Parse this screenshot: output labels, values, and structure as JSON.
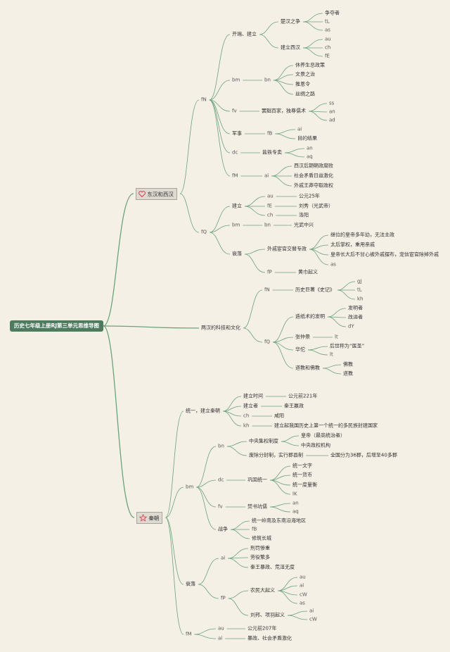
{
  "root": "历史七年级上册RJ第三单元思维导图",
  "icons": {
    "heart": "heart-icon",
    "star": "star-icon"
  },
  "colors": {
    "line": "#6aa27c",
    "root": "#4e7a5e",
    "bg": "#f5f0e6"
  },
  "nodes": [
    {
      "id": "hd",
      "label": "东汉和西汉",
      "parent": "root",
      "box": true,
      "icon": "heart"
    },
    {
      "id": "hd_fn",
      "label": "fN",
      "parent": "hd"
    },
    {
      "id": "hd_fn_kd",
      "label": "开端、建立",
      "parent": "hd_fn"
    },
    {
      "id": "hd_fn_kd_cz",
      "label": "楚汉之争",
      "parent": "hd_fn_kd"
    },
    {
      "id": "a1",
      "label": "争夺者",
      "parent": "hd_fn_kd_cz"
    },
    {
      "id": "a2",
      "label": "tL",
      "parent": "hd_fn_kd_cz"
    },
    {
      "id": "a3",
      "label": "as",
      "parent": "hd_fn_kd_cz"
    },
    {
      "id": "hd_fn_kd_jl",
      "label": "建立西汉",
      "parent": "hd_fn_kd"
    },
    {
      "id": "a4",
      "label": "au",
      "parent": "hd_fn_kd_jl"
    },
    {
      "id": "a5",
      "label": "ch",
      "parent": "hd_fn_kd_jl"
    },
    {
      "id": "a6",
      "label": "fE",
      "parent": "hd_fn_kd_jl"
    },
    {
      "id": "hd_fn_bm",
      "label": "bm",
      "parent": "hd_fn"
    },
    {
      "id": "hd_fn_bm_bn",
      "label": "bn",
      "parent": "hd_fn_bm"
    },
    {
      "id": "b1",
      "label": "休养生息政策",
      "parent": "hd_fn_bm_bn"
    },
    {
      "id": "b2",
      "label": "文景之治",
      "parent": "hd_fn_bm_bn"
    },
    {
      "id": "b3",
      "label": "推恩令",
      "parent": "hd_fn_bm_bn"
    },
    {
      "id": "b4",
      "label": "丝绸之路",
      "parent": "hd_fn_bm_bn"
    },
    {
      "id": "hd_fn_fv",
      "label": "fv",
      "parent": "hd_fn"
    },
    {
      "id": "hd_fn_fv_x",
      "label": "罢黜百家，独尊儒术",
      "parent": "hd_fn_fv"
    },
    {
      "id": "c1",
      "label": "ss",
      "parent": "hd_fn_fv_x"
    },
    {
      "id": "c2",
      "label": "an",
      "parent": "hd_fn_fv_x"
    },
    {
      "id": "c3",
      "label": "ad",
      "parent": "hd_fn_fv_x"
    },
    {
      "id": "hd_fn_js",
      "label": "军事",
      "parent": "hd_fn"
    },
    {
      "id": "hd_fn_js_fb",
      "label": "fB",
      "parent": "hd_fn_js"
    },
    {
      "id": "d1",
      "label": "ai",
      "parent": "hd_fn_js_fb"
    },
    {
      "id": "d2",
      "label": "目的结果",
      "parent": "hd_fn_js_fb"
    },
    {
      "id": "hd_fn_dc",
      "label": "dc",
      "parent": "hd_fn"
    },
    {
      "id": "hd_fn_dc_x",
      "label": "盐铁专卖",
      "parent": "hd_fn_dc"
    },
    {
      "id": "e1",
      "label": "an",
      "parent": "hd_fn_dc_x"
    },
    {
      "id": "e2",
      "label": "aq",
      "parent": "hd_fn_dc_x"
    },
    {
      "id": "hd_fn_fm",
      "label": "fM",
      "parent": "hd_fn"
    },
    {
      "id": "hd_fn_fm_ai",
      "label": "ai",
      "parent": "hd_fn_fm"
    },
    {
      "id": "f1",
      "label": "西汉后期朝政腐败",
      "parent": "hd_fn_fm_ai"
    },
    {
      "id": "f2",
      "label": "社会矛盾日益激化",
      "parent": "hd_fn_fm_ai"
    },
    {
      "id": "f3",
      "label": "外戚王莽夺取政权",
      "parent": "hd_fn_fm_ai"
    },
    {
      "id": "hd_fq",
      "label": "fQ",
      "parent": "hd"
    },
    {
      "id": "hd_fq_jl",
      "label": "建立",
      "parent": "hd_fq"
    },
    {
      "id": "g1",
      "label": "au",
      "parent": "hd_fq_jl"
    },
    {
      "id": "g1v",
      "label": "公元25年",
      "parent": "g1"
    },
    {
      "id": "g2",
      "label": "fE",
      "parent": "hd_fq_jl"
    },
    {
      "id": "g2v",
      "label": "刘秀（光武帝）",
      "parent": "g2"
    },
    {
      "id": "g3",
      "label": "ch",
      "parent": "hd_fq_jl"
    },
    {
      "id": "g3v",
      "label": "洛阳",
      "parent": "g3"
    },
    {
      "id": "hd_fq_bm",
      "label": "bm",
      "parent": "hd_fq"
    },
    {
      "id": "hd_fq_bm_bn",
      "label": "bn",
      "parent": "hd_fq_bm"
    },
    {
      "id": "h1",
      "label": "光武中兴",
      "parent": "hd_fq_bm_bn"
    },
    {
      "id": "hd_fq_sl",
      "label": "衰落",
      "parent": "hd_fq"
    },
    {
      "id": "hd_fq_sl_wq",
      "label": "外戚宦官交替专政",
      "parent": "hd_fq_sl"
    },
    {
      "id": "i1",
      "label": "继位的皇帝多年幼，无法主政",
      "parent": "hd_fq_sl_wq"
    },
    {
      "id": "i2",
      "label": "太后掌权，重用亲戚",
      "parent": "hd_fq_sl_wq"
    },
    {
      "id": "i3",
      "label": "皇帝长大后不甘心被外戚摆布，宠信宦官除掉外戚",
      "parent": "hd_fq_sl_wq"
    },
    {
      "id": "i4",
      "label": "as",
      "parent": "hd_fq_sl_wq"
    },
    {
      "id": "hd_fq_sl_fp",
      "label": "fP",
      "parent": "hd_fq_sl"
    },
    {
      "id": "j1",
      "label": "黄巾起义",
      "parent": "hd_fq_sl_fp"
    },
    {
      "id": "kj",
      "label": "两汉的科技和文化",
      "parent": "root"
    },
    {
      "id": "kj_fn",
      "label": "fN",
      "parent": "kj"
    },
    {
      "id": "kj_fn_sj",
      "label": "历史巨著《史记》",
      "parent": "kj_fn"
    },
    {
      "id": "k1",
      "label": "gJ",
      "parent": "kj_fn_sj"
    },
    {
      "id": "k2",
      "label": "tL",
      "parent": "kj_fn_sj"
    },
    {
      "id": "k3",
      "label": "kh",
      "parent": "kj_fn_sj"
    },
    {
      "id": "kj_fq",
      "label": "fQ",
      "parent": "kj"
    },
    {
      "id": "kj_fq_zz",
      "label": "造纸术的发明",
      "parent": "kj_fq"
    },
    {
      "id": "l1",
      "label": "发明者",
      "parent": "kj_fq_zz"
    },
    {
      "id": "l2",
      "label": "改进者",
      "parent": "kj_fq_zz"
    },
    {
      "id": "l3",
      "label": "dY",
      "parent": "kj_fq_zz"
    },
    {
      "id": "kj_fq_zzj",
      "label": "张仲景",
      "parent": "kj_fq"
    },
    {
      "id": "m1",
      "label": "lt",
      "parent": "kj_fq_zzj"
    },
    {
      "id": "kj_fq_ht",
      "label": "华佗",
      "parent": "kj_fq"
    },
    {
      "id": "n1",
      "label": "后世称为“医圣”",
      "parent": "kj_fq_ht"
    },
    {
      "id": "n2",
      "label": "lt",
      "parent": "kj_fq_ht"
    },
    {
      "id": "kj_fq_dj",
      "label": "道教和佛教",
      "parent": "kj_fq"
    },
    {
      "id": "o1",
      "label": "佛教",
      "parent": "kj_fq_dj"
    },
    {
      "id": "o2",
      "label": "道教",
      "parent": "kj_fq_dj"
    },
    {
      "id": "qc",
      "label": "秦朝",
      "parent": "root",
      "box": true,
      "icon": "star"
    },
    {
      "id": "qc_ty",
      "label": "统一，建立秦朝",
      "parent": "qc"
    },
    {
      "id": "p1",
      "label": "建立时间",
      "parent": "qc_ty"
    },
    {
      "id": "p1v",
      "label": "公元前221年",
      "parent": "p1"
    },
    {
      "id": "p2",
      "label": "建立者",
      "parent": "qc_ty"
    },
    {
      "id": "p2v",
      "label": "秦王嬴政",
      "parent": "p2"
    },
    {
      "id": "p3",
      "label": "ch",
      "parent": "qc_ty"
    },
    {
      "id": "p3v",
      "label": "咸阳",
      "parent": "p3"
    },
    {
      "id": "p4",
      "label": "kh",
      "parent": "qc_ty"
    },
    {
      "id": "p4v",
      "label": "建立起我国历史上第一个统一的多民族封建国家",
      "parent": "p4"
    },
    {
      "id": "qc_bm",
      "label": "bm",
      "parent": "qc"
    },
    {
      "id": "qc_bm_bn",
      "label": "bn",
      "parent": "qc_bm"
    },
    {
      "id": "q1",
      "label": "中央集权制度",
      "parent": "qc_bm_bn"
    },
    {
      "id": "q1a",
      "label": "皇帝（最高统治者）",
      "parent": "q1"
    },
    {
      "id": "q1b",
      "label": "中央政权机构",
      "parent": "q1"
    },
    {
      "id": "q2",
      "label": "废除分封制，实行郡县制",
      "parent": "qc_bm_bn"
    },
    {
      "id": "q2v",
      "label": "全国分为36郡，后增至40多郡",
      "parent": "q2"
    },
    {
      "id": "qc_bm_dc",
      "label": "dc",
      "parent": "qc_bm"
    },
    {
      "id": "r0",
      "label": "巩固统一",
      "parent": "qc_bm_dc"
    },
    {
      "id": "r1",
      "label": "统一文字",
      "parent": "r0"
    },
    {
      "id": "r2",
      "label": "统一货币",
      "parent": "r0"
    },
    {
      "id": "r3",
      "label": "统一度量衡",
      "parent": "r0"
    },
    {
      "id": "r4",
      "label": "lK",
      "parent": "r0"
    },
    {
      "id": "qc_bm_fv",
      "label": "fv",
      "parent": "qc_bm"
    },
    {
      "id": "s0",
      "label": "焚书坑儒",
      "parent": "qc_bm_fv"
    },
    {
      "id": "s1",
      "label": "an",
      "parent": "s0"
    },
    {
      "id": "s2",
      "label": "aq",
      "parent": "s0"
    },
    {
      "id": "qc_bm_zz",
      "label": "战争",
      "parent": "qc_bm"
    },
    {
      "id": "t1",
      "label": "统一岭南及东南沿海地区",
      "parent": "qc_bm_zz"
    },
    {
      "id": "t2",
      "label": "fB",
      "parent": "qc_bm_zz"
    },
    {
      "id": "t3",
      "label": "修筑长城",
      "parent": "qc_bm_zz"
    },
    {
      "id": "qc_sl",
      "label": "衰落",
      "parent": "qc"
    },
    {
      "id": "qc_sl_ai",
      "label": "ai",
      "parent": "qc_sl"
    },
    {
      "id": "u1",
      "label": "刑罚惨重",
      "parent": "qc_sl_ai"
    },
    {
      "id": "u2",
      "label": "劳役繁多",
      "parent": "qc_sl_ai"
    },
    {
      "id": "u3",
      "label": "秦王暴政、荒淫无度",
      "parent": "qc_sl_ai"
    },
    {
      "id": "qc_sl_fp",
      "label": "fP",
      "parent": "qc_sl"
    },
    {
      "id": "v0",
      "label": "农民大起义",
      "parent": "qc_sl_fp"
    },
    {
      "id": "v1",
      "label": "au",
      "parent": "v0"
    },
    {
      "id": "v2",
      "label": "ai",
      "parent": "v0"
    },
    {
      "id": "v3",
      "label": "cW",
      "parent": "v0"
    },
    {
      "id": "v4",
      "label": "as",
      "parent": "v0"
    },
    {
      "id": "w0",
      "label": "刘邦、项羽起义",
      "parent": "qc_sl_fp"
    },
    {
      "id": "w1",
      "label": "ai",
      "parent": "w0"
    },
    {
      "id": "w2",
      "label": "cW",
      "parent": "w0"
    },
    {
      "id": "qc_fm",
      "label": "fM",
      "parent": "qc"
    },
    {
      "id": "x1",
      "label": "au",
      "parent": "qc_fm"
    },
    {
      "id": "x1v",
      "label": "公元前207年",
      "parent": "x1"
    },
    {
      "id": "x2",
      "label": "ai",
      "parent": "qc_fm"
    },
    {
      "id": "x2v",
      "label": "暴政、社会矛盾激化",
      "parent": "x2"
    }
  ]
}
